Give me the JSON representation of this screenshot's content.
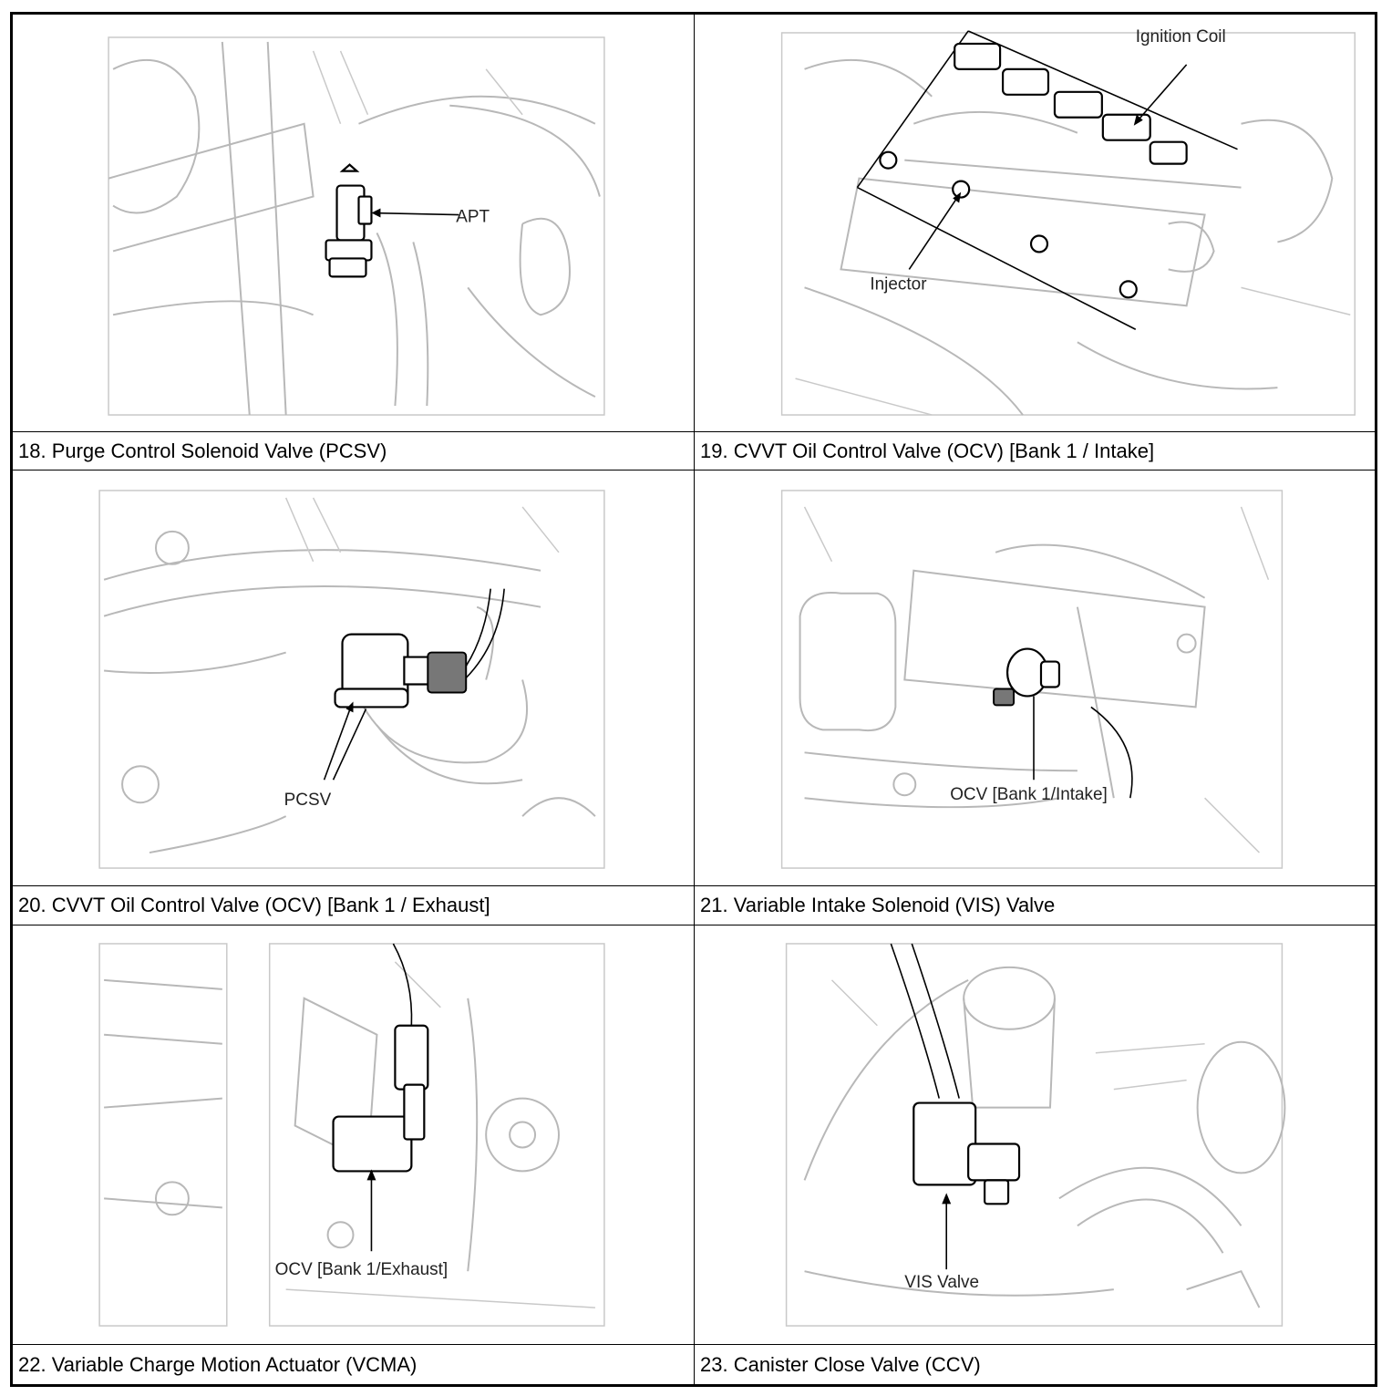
{
  "panels": [
    {
      "caption": "18. Purge Control Solenoid Valve (PCSV)",
      "labels": [
        "APT"
      ]
    },
    {
      "caption": "19. CVVT Oil Control Valve (OCV) [Bank 1 / Intake]",
      "labels": [
        "Ignition Coil",
        "Injector"
      ]
    },
    {
      "caption": "20. CVVT Oil Control Valve (OCV) [Bank 1 / Exhaust]",
      "labels": [
        "PCSV"
      ]
    },
    {
      "caption": "21. Variable Intake Solenoid (VIS) Valve",
      "labels": [
        "OCV [Bank 1/Intake]"
      ]
    },
    {
      "caption": "22. Variable Charge Motion Actuator (VCMA)",
      "labels": [
        "OCV [Bank 1/Exhaust]"
      ]
    },
    {
      "caption": "23. Canister Close Valve (CCV)",
      "labels": [
        "VIS Valve"
      ]
    }
  ]
}
